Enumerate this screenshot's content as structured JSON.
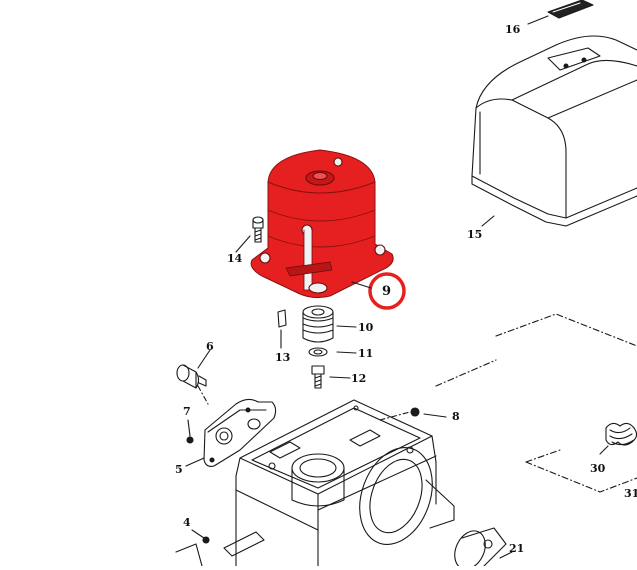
{
  "diagram": {
    "highlight_color": "#e62020",
    "highlighted_part": "9",
    "labels": {
      "p4": "4",
      "p5": "5",
      "p6": "6",
      "p7": "7",
      "p8": "8",
      "p9": "9",
      "p10": "10",
      "p11": "11",
      "p12": "12",
      "p13": "13",
      "p14": "14",
      "p15": "15",
      "p16": "16",
      "p21": "21",
      "p30": "30",
      "p31": "31"
    }
  }
}
